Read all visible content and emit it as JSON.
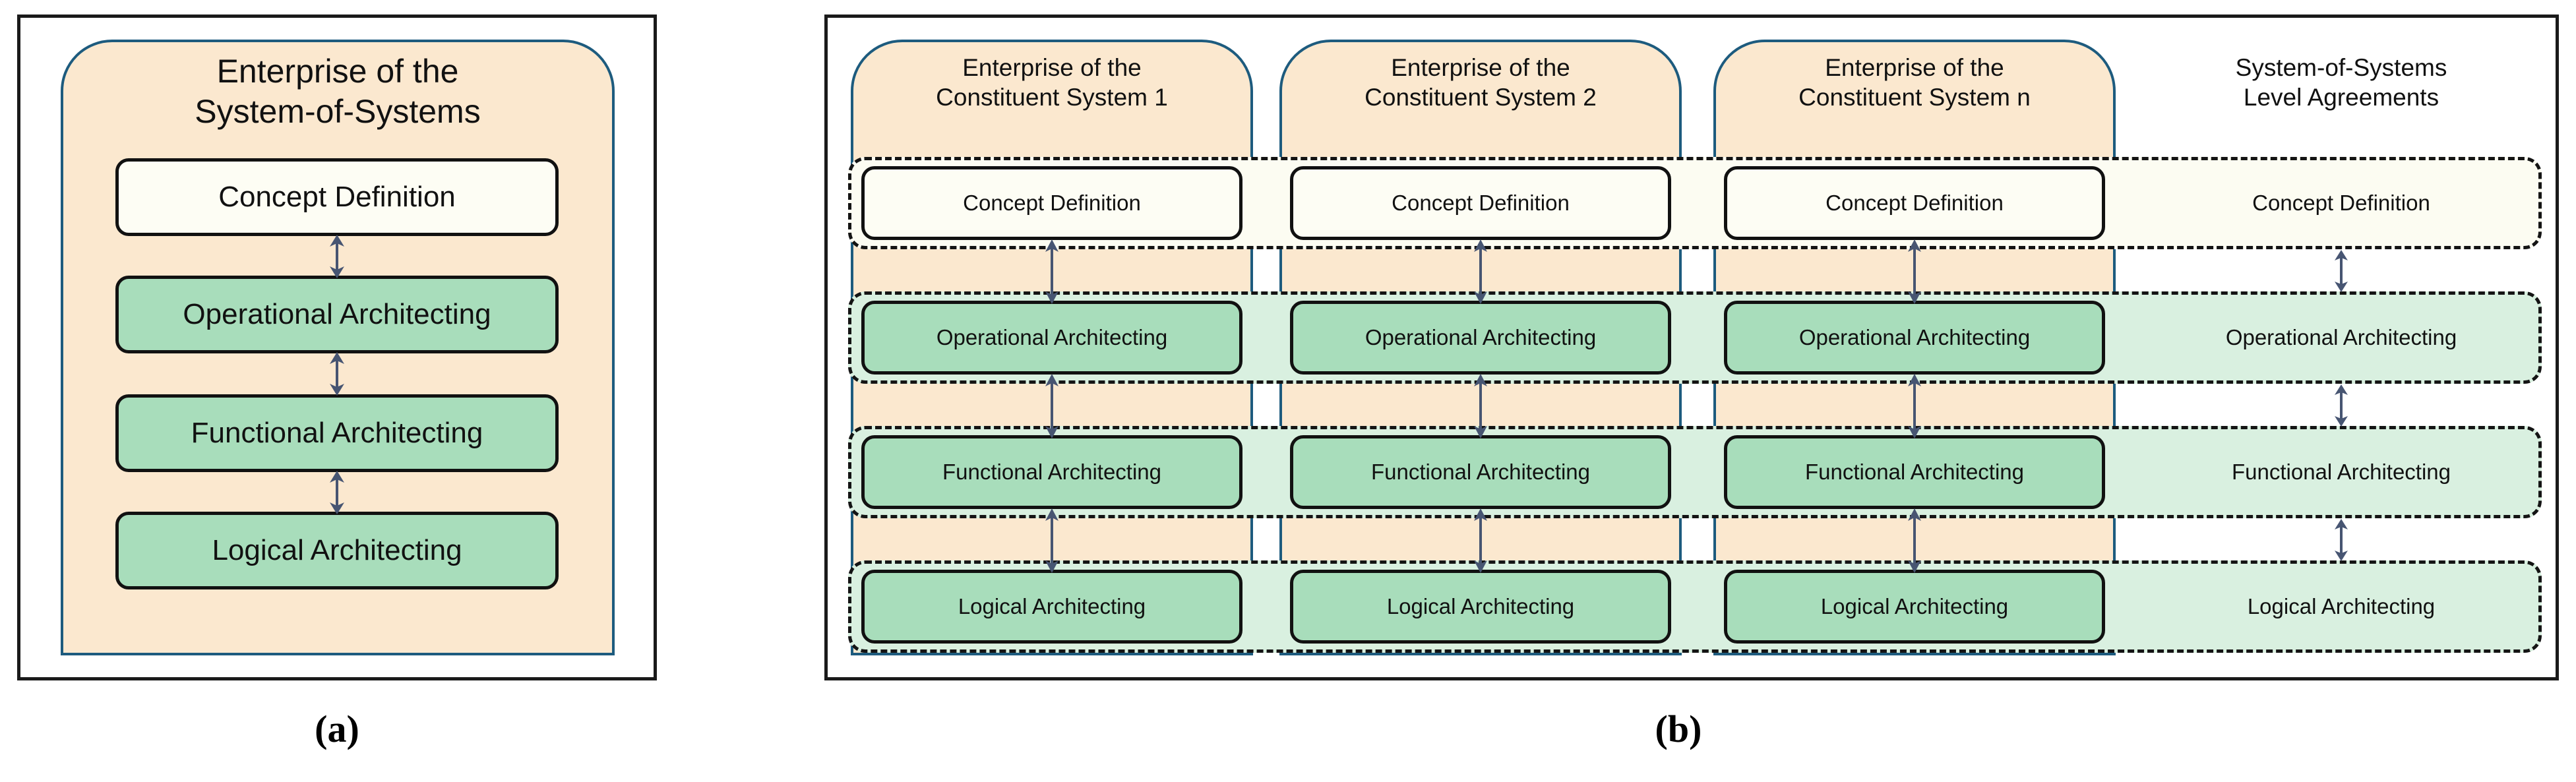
{
  "figure": {
    "panels": [
      {
        "caption": "(a)"
      },
      {
        "caption": "(b)"
      }
    ]
  },
  "colors": {
    "enterprise_fill": "#fbe8cf",
    "enterprise_border": "#1d5b7e",
    "concept_fill": "#fdfdf4",
    "architecting_fill": "#a8ddbb",
    "band_concept_fill": "#fcfcf2",
    "band_green_fill": "#d9f0e0",
    "frame_border": "#1a1a1a",
    "arrow_color": "#475572",
    "text": "#111111"
  },
  "stage_names": {
    "concept": "Concept Definition",
    "operational": "Operational Architecting",
    "functional": "Functional Architecting",
    "logical": "Logical Architecting"
  },
  "panel_a": {
    "caption": "(a)",
    "enterprise_title": "Enterprise of the\nSystem-of-Systems",
    "stages": [
      {
        "label": "Concept Definition",
        "kind": "concept"
      },
      {
        "label": "Operational Architecting",
        "kind": "green"
      },
      {
        "label": "Functional Architecting",
        "kind": "green"
      },
      {
        "label": "Logical Architecting",
        "kind": "green"
      }
    ],
    "arrows": [
      {
        "name": "arrow-concept-operational",
        "direction": "both"
      },
      {
        "name": "arrow-operational-functional",
        "direction": "both"
      },
      {
        "name": "arrow-functional-logical",
        "direction": "both"
      }
    ]
  },
  "panel_b": {
    "caption": "(b)",
    "columns": [
      {
        "id": "cs1",
        "title": "Enterprise of the\nConstituent System 1",
        "type": "enterprise"
      },
      {
        "id": "cs2",
        "title": "Enterprise of the\nConstituent System 2",
        "type": "enterprise"
      },
      {
        "id": "csn",
        "title": "Enterprise of the\nConstituent System n",
        "type": "enterprise"
      },
      {
        "id": "sos",
        "title": "System-of-Systems\nLevel Agreements",
        "type": "agreements"
      }
    ],
    "rows": [
      {
        "id": "concept",
        "kind": "concept",
        "label": "Concept Definition",
        "cells": [
          "Concept Definition",
          "Concept Definition",
          "Concept Definition",
          "Concept Definition"
        ]
      },
      {
        "id": "operational",
        "kind": "green",
        "label": "Operational Architecting",
        "cells": [
          "Operational Architecting",
          "Operational Architecting",
          "Operational Architecting",
          "Operational Architecting"
        ]
      },
      {
        "id": "functional",
        "kind": "green",
        "label": "Functional Architecting",
        "cells": [
          "Functional Architecting",
          "Functional Architecting",
          "Functional Architecting",
          "Functional Architecting"
        ]
      },
      {
        "id": "logical",
        "kind": "green",
        "label": "Logical Architecting",
        "cells": [
          "Logical Architecting",
          "Logical Architecting",
          "Logical Architecting",
          "Logical Architecting"
        ]
      }
    ],
    "arrow_gaps": [
      "concept-operational",
      "operational-functional",
      "functional-logical"
    ]
  }
}
